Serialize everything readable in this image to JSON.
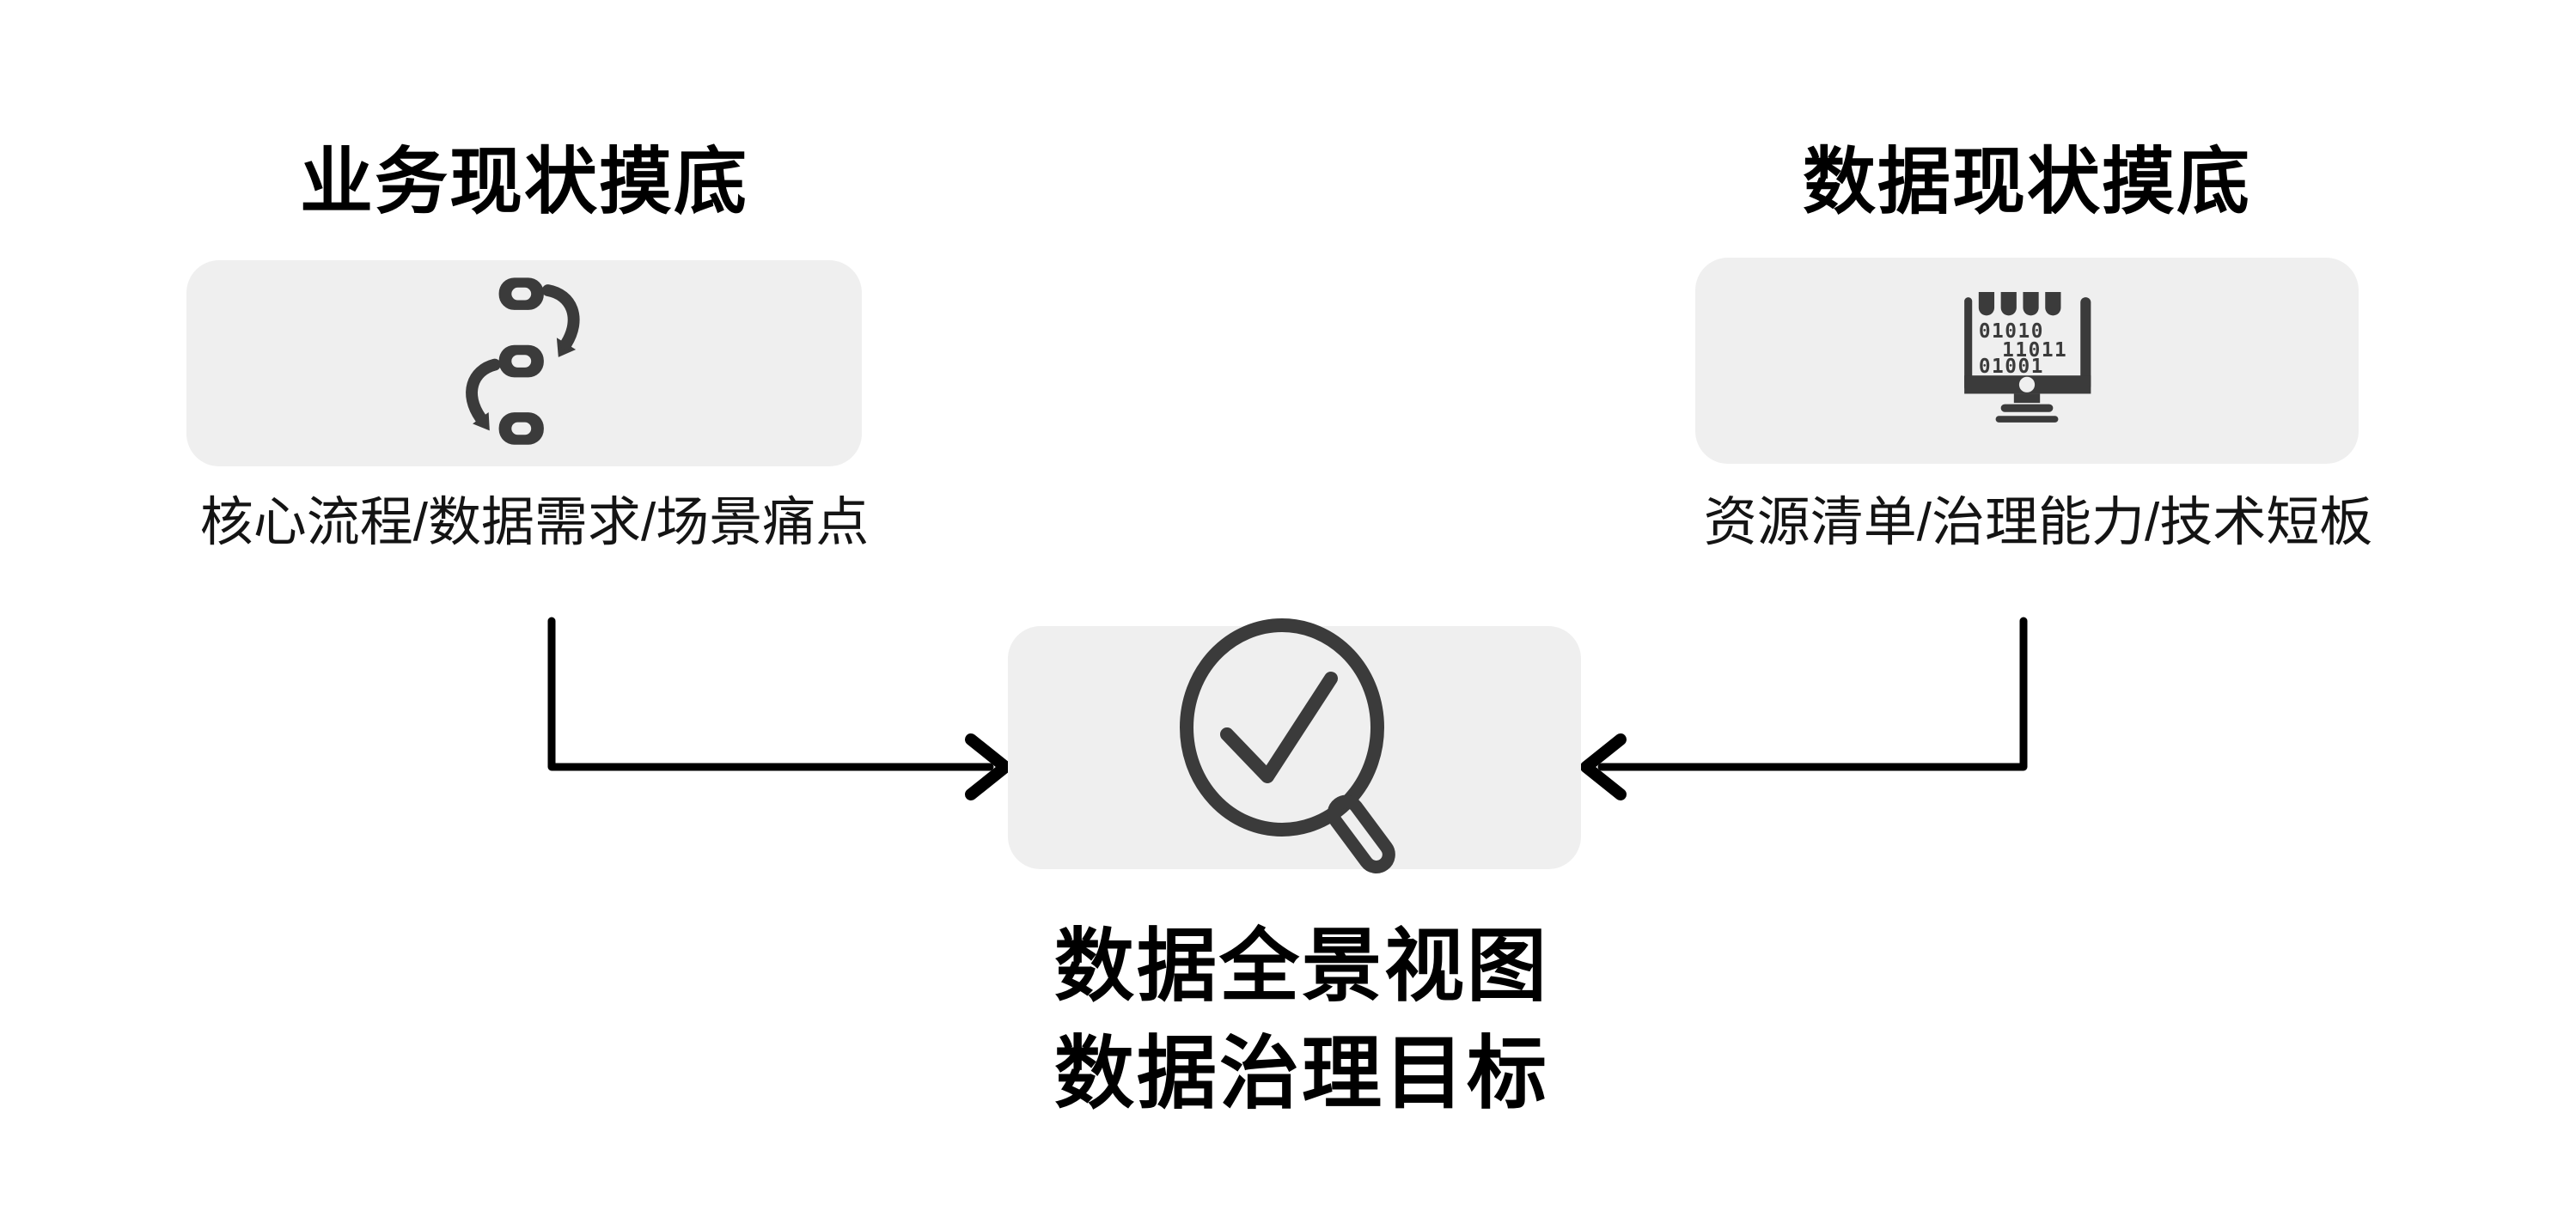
{
  "diagram": {
    "left_panel": {
      "title": "业务现状摸底",
      "subtitle": "核心流程/数据需求/场景痛点",
      "icon": "workflow-arrows-icon"
    },
    "right_panel": {
      "title": "数据现状摸底",
      "subtitle": "资源清单/治理能力/技术短板",
      "icon": "binary-monitor-icon",
      "binary_rows": [
        "01010",
        "11011",
        "01001"
      ]
    },
    "center_panel": {
      "title_line1": "数据全景视图",
      "title_line2": "数据治理目标",
      "icon": "magnifier-check-icon"
    },
    "colors": {
      "background": "#ffffff",
      "panel_bg": "#efefef",
      "icon": "#3b3b3b",
      "text": "#000000",
      "arrow": "#000000"
    }
  }
}
